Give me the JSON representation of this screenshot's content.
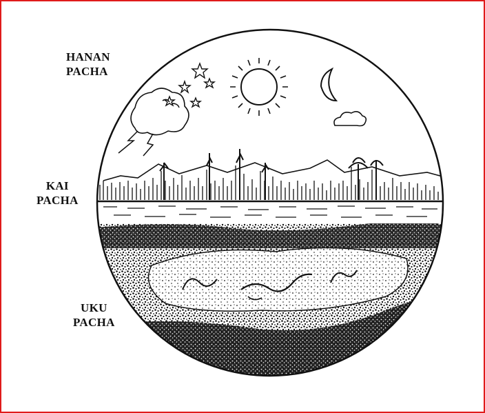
{
  "labels": {
    "hanan": {
      "line1": "HANAN",
      "line2": "PACHA"
    },
    "kai": {
      "line1": "KAI",
      "line2": "PACHA"
    },
    "uku": {
      "line1": "UKU",
      "line2": "PACHA"
    }
  },
  "colors": {
    "frame_border": "#e01b1b",
    "ink": "#111111",
    "background": "#ffffff"
  }
}
